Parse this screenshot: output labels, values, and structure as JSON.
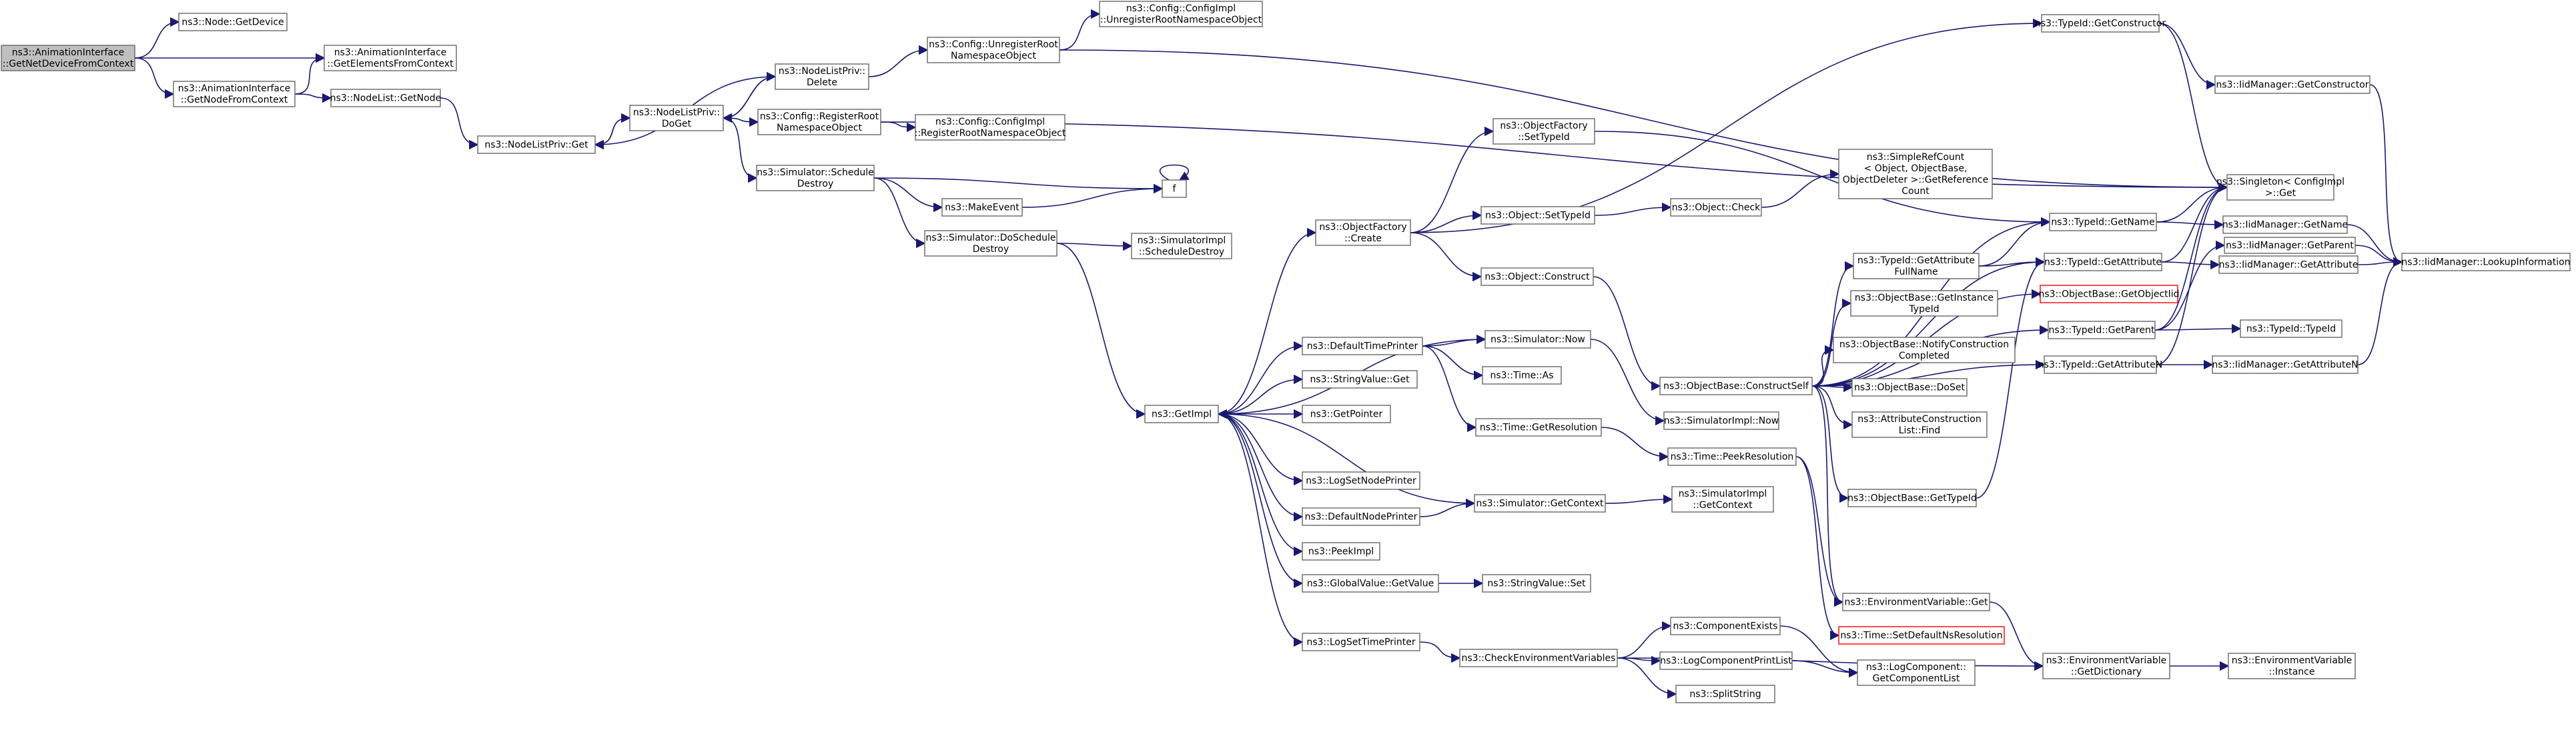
{
  "nodes": [
    {
      "id": "n0",
      "lines": [
        "ns3::AnimationInterface",
        "::GetNetDeviceFromContext"
      ],
      "style": "root"
    },
    {
      "id": "n1",
      "lines": [
        "ns3::Node::GetDevice"
      ]
    },
    {
      "id": "n2",
      "lines": [
        "ns3::AnimationInterface",
        "::GetElementsFromContext"
      ]
    },
    {
      "id": "n3",
      "lines": [
        "ns3::AnimationInterface",
        "::GetNodeFromContext"
      ]
    },
    {
      "id": "n4",
      "lines": [
        "ns3::NodeList::GetNode"
      ]
    },
    {
      "id": "n5",
      "lines": [
        "ns3::NodeListPriv::Get"
      ]
    },
    {
      "id": "n6",
      "lines": [
        "ns3::NodeListPriv::",
        "DoGet"
      ]
    },
    {
      "id": "n7",
      "lines": [
        "ns3::NodeListPriv::",
        "Delete"
      ]
    },
    {
      "id": "n8",
      "lines": [
        "ns3::Config::UnregisterRoot",
        "NamespaceObject"
      ]
    },
    {
      "id": "n9",
      "lines": [
        "ns3::Config::ConfigImpl",
        "::UnregisterRootNamespaceObject"
      ]
    },
    {
      "id": "n10",
      "lines": [
        "ns3::Config::RegisterRoot",
        "NamespaceObject"
      ]
    },
    {
      "id": "n11",
      "lines": [
        "ns3::Config::ConfigImpl",
        "::RegisterRootNamespaceObject"
      ]
    },
    {
      "id": "n12",
      "lines": [
        "ns3::Simulator::Schedule",
        "Destroy"
      ]
    },
    {
      "id": "n13",
      "lines": [
        "f"
      ]
    },
    {
      "id": "n14",
      "lines": [
        "ns3::MakeEvent"
      ]
    },
    {
      "id": "n15",
      "lines": [
        "ns3::Simulator::DoSchedule",
        "Destroy"
      ]
    },
    {
      "id": "n16",
      "lines": [
        "ns3::SimulatorImpl",
        "::ScheduleDestroy"
      ]
    },
    {
      "id": "n17",
      "lines": [
        "ns3::GetImpl"
      ]
    },
    {
      "id": "n18",
      "lines": [
        "ns3::ObjectFactory",
        "::Create"
      ]
    },
    {
      "id": "n19",
      "lines": [
        "ns3::ObjectFactory",
        "::SetTypeId"
      ]
    },
    {
      "id": "n20",
      "lines": [
        "ns3::Object::SetTypeId"
      ]
    },
    {
      "id": "n21",
      "lines": [
        "ns3::Object::Check"
      ]
    },
    {
      "id": "n22",
      "lines": [
        "ns3::SimpleRefCount",
        "< Object, ObjectBase,",
        "ObjectDeleter >::GetReference",
        "Count"
      ]
    },
    {
      "id": "n23",
      "lines": [
        "ns3::Object::Construct"
      ]
    },
    {
      "id": "n24",
      "lines": [
        "ns3::DefaultTimePrinter"
      ]
    },
    {
      "id": "n25",
      "lines": [
        "ns3::Simulator::Now"
      ]
    },
    {
      "id": "n26",
      "lines": [
        "ns3::Time::As"
      ]
    },
    {
      "id": "n27",
      "lines": [
        "ns3::StringValue::Get"
      ]
    },
    {
      "id": "n28",
      "lines": [
        "ns3::Time::GetResolution"
      ]
    },
    {
      "id": "n29",
      "lines": [
        "ns3::GetPointer"
      ]
    },
    {
      "id": "n30",
      "lines": [
        "ns3::SimulatorImpl::Now"
      ]
    },
    {
      "id": "n31",
      "lines": [
        "ns3::Time::PeekResolution"
      ]
    },
    {
      "id": "n32",
      "lines": [
        "ns3::LogSetNodePrinter"
      ]
    },
    {
      "id": "n33",
      "lines": [
        "ns3::DefaultNodePrinter"
      ]
    },
    {
      "id": "n34",
      "lines": [
        "ns3::Simulator::GetContext"
      ]
    },
    {
      "id": "n35",
      "lines": [
        "ns3::SimulatorImpl",
        "::GetContext"
      ]
    },
    {
      "id": "n36",
      "lines": [
        "ns3::PeekImpl"
      ]
    },
    {
      "id": "n37",
      "lines": [
        "ns3::GlobalValue::GetValue"
      ]
    },
    {
      "id": "n38",
      "lines": [
        "ns3::StringValue::Set"
      ]
    },
    {
      "id": "n39",
      "lines": [
        "ns3::LogSetTimePrinter"
      ]
    },
    {
      "id": "n40",
      "lines": [
        "ns3::CheckEnvironmentVariables"
      ]
    },
    {
      "id": "n41",
      "lines": [
        "ns3::ComponentExists"
      ]
    },
    {
      "id": "n42",
      "lines": [
        "ns3::LogComponentPrintList"
      ]
    },
    {
      "id": "n43",
      "lines": [
        "ns3::SplitString"
      ]
    },
    {
      "id": "n44",
      "lines": [
        "ns3::LogComponent::",
        "GetComponentList"
      ]
    },
    {
      "id": "n45",
      "lines": [
        "ns3::ObjectBase::ConstructSelf"
      ]
    },
    {
      "id": "n46",
      "lines": [
        "ns3::TypeId::GetAttribute",
        "FullName"
      ]
    },
    {
      "id": "n47",
      "lines": [
        "ns3::ObjectBase::GetInstance",
        "TypeId"
      ]
    },
    {
      "id": "n48",
      "lines": [
        "ns3::ObjectBase::NotifyConstruction",
        "Completed"
      ]
    },
    {
      "id": "n49",
      "lines": [
        "ns3::ObjectBase::DoSet"
      ]
    },
    {
      "id": "n50",
      "lines": [
        "ns3::AttributeConstruction",
        "List::Find"
      ]
    },
    {
      "id": "n51",
      "lines": [
        "ns3::ObjectBase::GetTypeId"
      ]
    },
    {
      "id": "n52",
      "lines": [
        "ns3::EnvironmentVariable::Get"
      ]
    },
    {
      "id": "n53",
      "lines": [
        "ns3::Time::SetDefaultNsResolution"
      ],
      "style": "red"
    },
    {
      "id": "n54",
      "lines": [
        "ns3::TypeId::GetConstructor"
      ]
    },
    {
      "id": "n55",
      "lines": [
        "ns3::TypeId::GetName"
      ]
    },
    {
      "id": "n56",
      "lines": [
        "ns3::TypeId::GetAttribute"
      ]
    },
    {
      "id": "n57",
      "lines": [
        "ns3::ObjectBase::GetObjectIid"
      ],
      "style": "red"
    },
    {
      "id": "n58",
      "lines": [
        "ns3::TypeId::GetParent"
      ]
    },
    {
      "id": "n59",
      "lines": [
        "ns3::TypeId::GetAttributeN"
      ]
    },
    {
      "id": "n60",
      "lines": [
        "ns3::EnvironmentVariable",
        "::GetDictionary"
      ]
    },
    {
      "id": "n61",
      "lines": [
        "ns3::IidManager::GetConstructor"
      ]
    },
    {
      "id": "n62",
      "lines": [
        "ns3::Singleton< ConfigImpl",
        ">::Get"
      ]
    },
    {
      "id": "n63",
      "lines": [
        "ns3::IidManager::GetName"
      ]
    },
    {
      "id": "n64",
      "lines": [
        "ns3::IidManager::GetAttribute"
      ]
    },
    {
      "id": "n65",
      "lines": [
        "ns3::IidManager::GetParent"
      ]
    },
    {
      "id": "n66",
      "lines": [
        "ns3::TypeId::TypeId"
      ]
    },
    {
      "id": "n67",
      "lines": [
        "ns3::IidManager::GetAttributeN"
      ]
    },
    {
      "id": "n68",
      "lines": [
        "ns3::IidManager::LookupInformation"
      ]
    },
    {
      "id": "n69",
      "lines": [
        "ns3::EnvironmentVariable",
        "::Instance"
      ]
    }
  ],
  "edges": [
    [
      "n0",
      "n1"
    ],
    [
      "n0",
      "n2"
    ],
    [
      "n0",
      "n3"
    ],
    [
      "n3",
      "n2"
    ],
    [
      "n3",
      "n4"
    ],
    [
      "n4",
      "n5"
    ],
    [
      "n5",
      "n6"
    ],
    [
      "n6",
      "n5"
    ],
    [
      "n6",
      "n7"
    ],
    [
      "n7",
      "n5"
    ],
    [
      "n7",
      "n6"
    ],
    [
      "n7",
      "n8"
    ],
    [
      "n8",
      "n9"
    ],
    [
      "n8",
      "n62"
    ],
    [
      "n6",
      "n10"
    ],
    [
      "n10",
      "n11"
    ],
    [
      "n10",
      "n62"
    ],
    [
      "n6",
      "n12"
    ],
    [
      "n12",
      "n13"
    ],
    [
      "n12",
      "n14"
    ],
    [
      "n12",
      "n15"
    ],
    [
      "n13",
      "n13"
    ],
    [
      "n14",
      "n13"
    ],
    [
      "n15",
      "n16"
    ],
    [
      "n15",
      "n17"
    ],
    [
      "n17",
      "n18"
    ],
    [
      "n17",
      "n24"
    ],
    [
      "n17",
      "n27"
    ],
    [
      "n17",
      "n29"
    ],
    [
      "n17",
      "n32"
    ],
    [
      "n17",
      "n33"
    ],
    [
      "n17",
      "n36"
    ],
    [
      "n17",
      "n37"
    ],
    [
      "n17",
      "n39"
    ],
    [
      "n18",
      "n19"
    ],
    [
      "n18",
      "n20"
    ],
    [
      "n18",
      "n23"
    ],
    [
      "n18",
      "n54"
    ],
    [
      "n19",
      "n55"
    ],
    [
      "n20",
      "n21"
    ],
    [
      "n21",
      "n22"
    ],
    [
      "n23",
      "n45"
    ],
    [
      "n24",
      "n25"
    ],
    [
      "n24",
      "n26"
    ],
    [
      "n24",
      "n28"
    ],
    [
      "n25",
      "n17"
    ],
    [
      "n25",
      "n30"
    ],
    [
      "n28",
      "n31"
    ],
    [
      "n31",
      "n52"
    ],
    [
      "n31",
      "n53"
    ],
    [
      "n33",
      "n34"
    ],
    [
      "n34",
      "n17"
    ],
    [
      "n34",
      "n35"
    ],
    [
      "n37",
      "n38"
    ],
    [
      "n39",
      "n40"
    ],
    [
      "n40",
      "n41"
    ],
    [
      "n40",
      "n42"
    ],
    [
      "n40",
      "n43"
    ],
    [
      "n40",
      "n60"
    ],
    [
      "n41",
      "n44"
    ],
    [
      "n42",
      "n44"
    ],
    [
      "n45",
      "n55"
    ],
    [
      "n45",
      "n46"
    ],
    [
      "n45",
      "n47"
    ],
    [
      "n45",
      "n48"
    ],
    [
      "n45",
      "n49"
    ],
    [
      "n45",
      "n50"
    ],
    [
      "n45",
      "n51"
    ],
    [
      "n45",
      "n56"
    ],
    [
      "n45",
      "n57"
    ],
    [
      "n45",
      "n58"
    ],
    [
      "n45",
      "n59"
    ],
    [
      "n45",
      "n52"
    ],
    [
      "n46",
      "n55"
    ],
    [
      "n46",
      "n56"
    ],
    [
      "n51",
      "n56"
    ],
    [
      "n52",
      "n60"
    ],
    [
      "n60",
      "n69"
    ],
    [
      "n54",
      "n61"
    ],
    [
      "n54",
      "n62"
    ],
    [
      "n61",
      "n68"
    ],
    [
      "n55",
      "n62"
    ],
    [
      "n55",
      "n63"
    ],
    [
      "n63",
      "n68"
    ],
    [
      "n56",
      "n62"
    ],
    [
      "n56",
      "n64"
    ],
    [
      "n64",
      "n68"
    ],
    [
      "n58",
      "n62"
    ],
    [
      "n58",
      "n65"
    ],
    [
      "n58",
      "n66"
    ],
    [
      "n65",
      "n68"
    ],
    [
      "n59",
      "n62"
    ],
    [
      "n59",
      "n67"
    ],
    [
      "n67",
      "n68"
    ]
  ]
}
